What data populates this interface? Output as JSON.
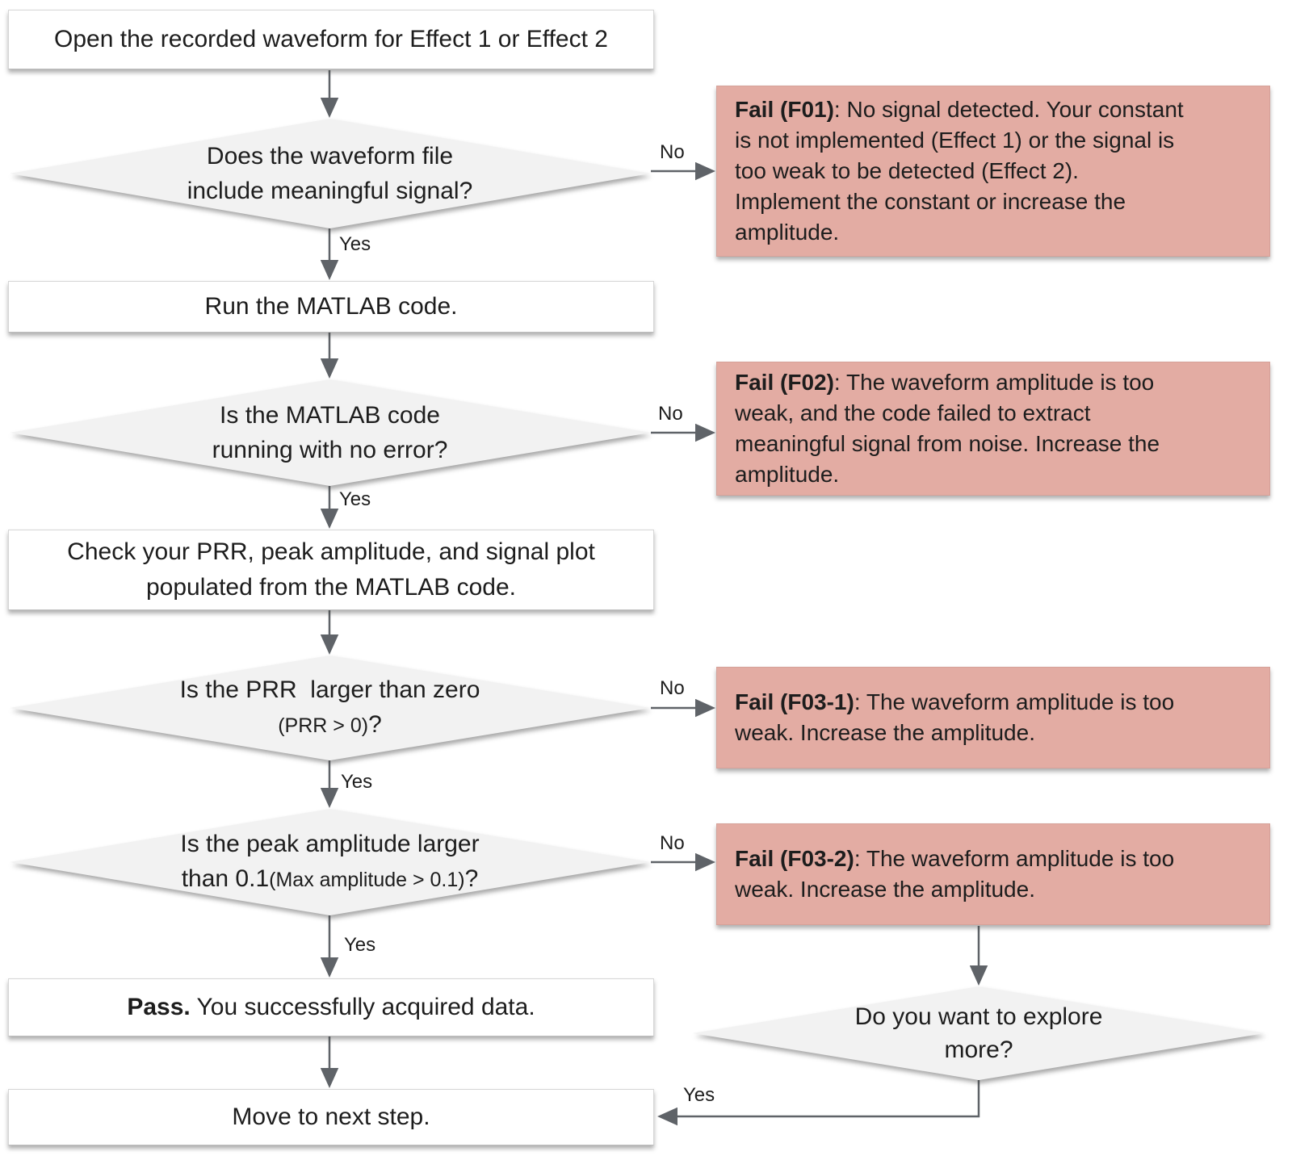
{
  "colors": {
    "process_bg": "#ffffff",
    "decision_bg": "#f2f2f2",
    "fail_bg": "#e3aca3",
    "arrow": "#5f6368",
    "text": "#1d1d1d"
  },
  "nodes": {
    "open": {
      "text": "Open the recorded waveform for Effect 1 or Effect 2"
    },
    "signal_check": {
      "line1": "Does the waveform file",
      "line2": "include meaningful signal?"
    },
    "fail_f01": {
      "label": "Fail (F01)",
      "text": ": No signal detected. Your constant\nis not implemented (Effect 1) or the signal is\ntoo weak to be detected (Effect 2).\nImplement the constant or increase the\namplitude."
    },
    "run_matlab": {
      "text": "Run the MATLAB code."
    },
    "error_check": {
      "line1": "Is the MATLAB code",
      "line2": "running with no error?"
    },
    "fail_f02": {
      "label": "Fail (F02)",
      "text": ": The waveform amplitude is too\nweak, and the code failed to extract\nmeaningful signal from noise. Increase the\namplitude."
    },
    "check_outputs": {
      "line1": "Check your PRR, peak amplitude, and signal plot",
      "line2": "populated from the MATLAB code."
    },
    "prr_check": {
      "line1": "Is the PRR  larger than zero",
      "line2_small": "(PRR > 0)",
      "line2_suffix": "?"
    },
    "fail_f03_1": {
      "label": "Fail (F03-1)",
      "text": ": The waveform amplitude is too\nweak. Increase the amplitude."
    },
    "amp_check": {
      "line1": "Is the peak amplitude larger",
      "line2_prefix": "than 0.1",
      "line2_small": "(Max amplitude > 0.1)",
      "line2_suffix": "?"
    },
    "fail_f03_2": {
      "label": "Fail (F03-2)",
      "text": ": The waveform amplitude is too\nweak. Increase the amplitude."
    },
    "pass": {
      "label": "Pass.",
      "text": " You successfully acquired data."
    },
    "explore": {
      "line1": "Do you want to explore",
      "line2": "more?"
    },
    "move_next": {
      "text": "Move to next step."
    }
  },
  "edge_labels": {
    "yes1": "Yes",
    "yes2": "Yes",
    "yes3": "Yes",
    "yes4": "Yes",
    "yes5": "Yes",
    "no1": "No",
    "no2": "No",
    "no3": "No",
    "no4": "No"
  }
}
